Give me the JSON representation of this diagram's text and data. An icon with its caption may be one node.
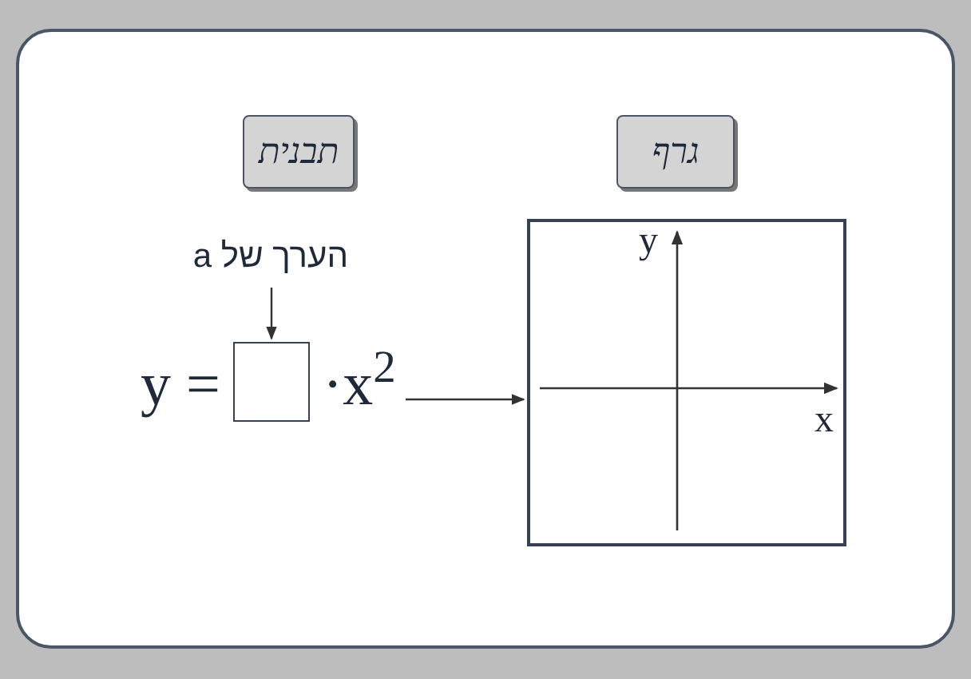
{
  "diagram": {
    "nodes": [
      {
        "text": [
          "תבנית"
        ]
      },
      {
        "text": [
          "גרף"
        ]
      },
      {
        "text": [
          "הערך של a"
        ]
      },
      {
        "text": [],
        "shape": "box"
      },
      {
        "text": [
          "·x$^{2}$"
        ]
      },
      {
        "text": [
          "y",
          "x"
        ]
      }
    ],
    "edges": [
      {
        "from": 2,
        "to": 3,
        "arrow": "to"
      },
      {
        "from": 4,
        "to": 5,
        "arrow": "to"
      }
    ],
    "labels": [
      "y ="
    ]
  }
}
